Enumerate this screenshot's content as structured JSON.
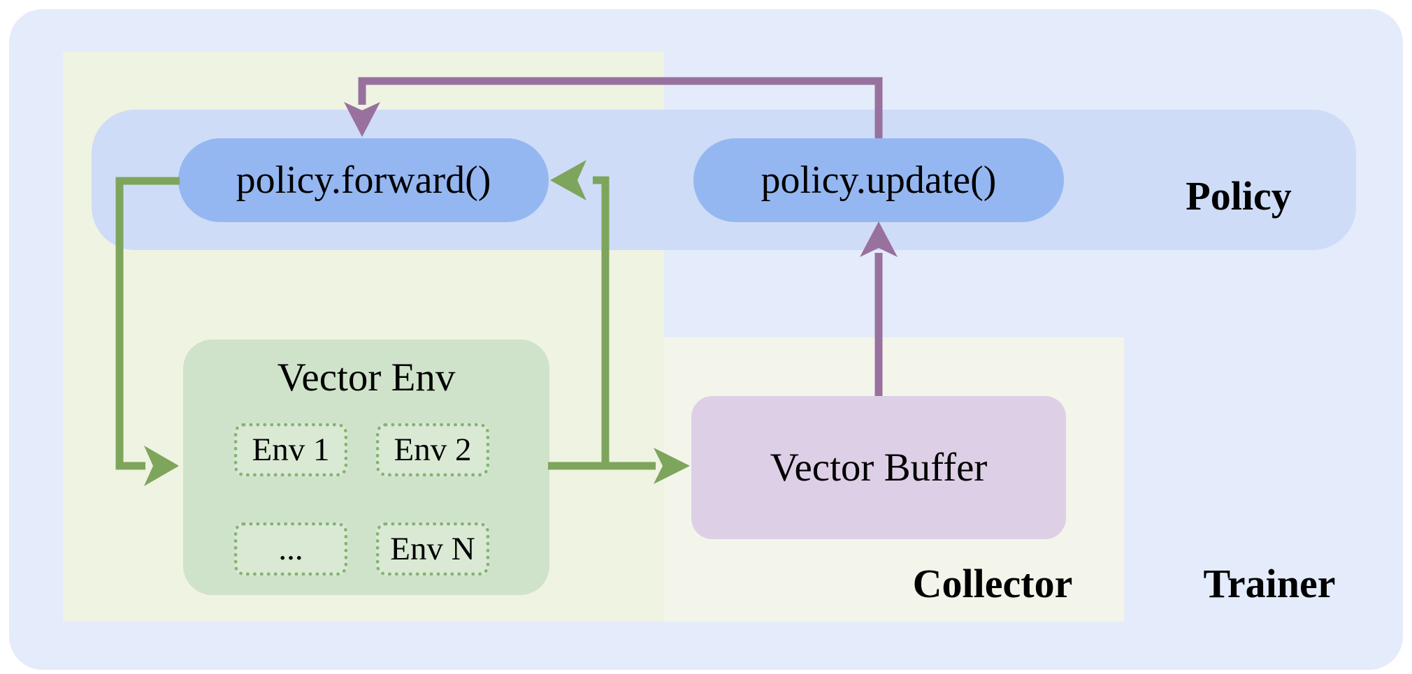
{
  "diagram": {
    "containers": {
      "trainer_label": "Trainer",
      "collector_label": "Collector",
      "policy_label": "Policy"
    },
    "nodes": {
      "policy_forward": {
        "label": "policy.forward()"
      },
      "policy_update": {
        "label": "policy.update()"
      },
      "vector_env": {
        "title": "Vector Env",
        "envs": [
          "Env 1",
          "Env 2",
          "...",
          "Env N"
        ]
      },
      "vector_buffer": {
        "label": "Vector Buffer"
      }
    },
    "arrows": [
      {
        "name": "forward-to-vector-env",
        "color": "green"
      },
      {
        "name": "vector-env-to-policy-forward",
        "color": "green"
      },
      {
        "name": "vector-env-to-vector-buffer",
        "color": "green"
      },
      {
        "name": "vector-buffer-to-policy-update",
        "color": "purple"
      },
      {
        "name": "policy-update-to-policy-forward",
        "color": "purple"
      }
    ],
    "colors": {
      "trainer_bg": "#e4ebfa",
      "collector_bg": "#eff3e2",
      "collector_ext_bg": "#f3f5ea",
      "policy_band_bg": "#cedcf7",
      "pill_bg": "#95b7f1",
      "vector_env_bg": "#cfe3ca",
      "env_item_bg": "#d9e9d4",
      "env_item_border": "#85b471",
      "vector_buffer_bg": "#ddd0e6",
      "arrow_green": "#7da55b",
      "arrow_purple": "#98719f",
      "text": "#000000"
    }
  }
}
